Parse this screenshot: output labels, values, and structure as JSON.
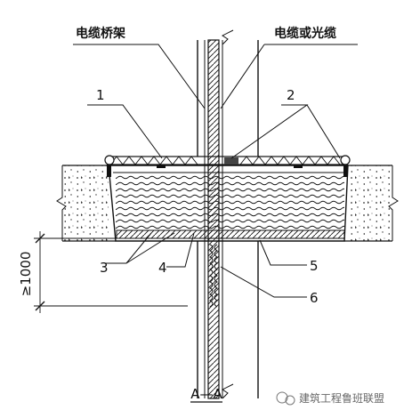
{
  "labels": {
    "cable_tray": "电缆桥架",
    "cable_or_fiber": "电缆或光缆",
    "n1": "1",
    "n2": "2",
    "n3": "3",
    "n4": "4",
    "n5": "5",
    "n6": "6",
    "dimension": "≥1000",
    "section": "A—A"
  },
  "watermark": "建筑工程鲁班联盟"
}
